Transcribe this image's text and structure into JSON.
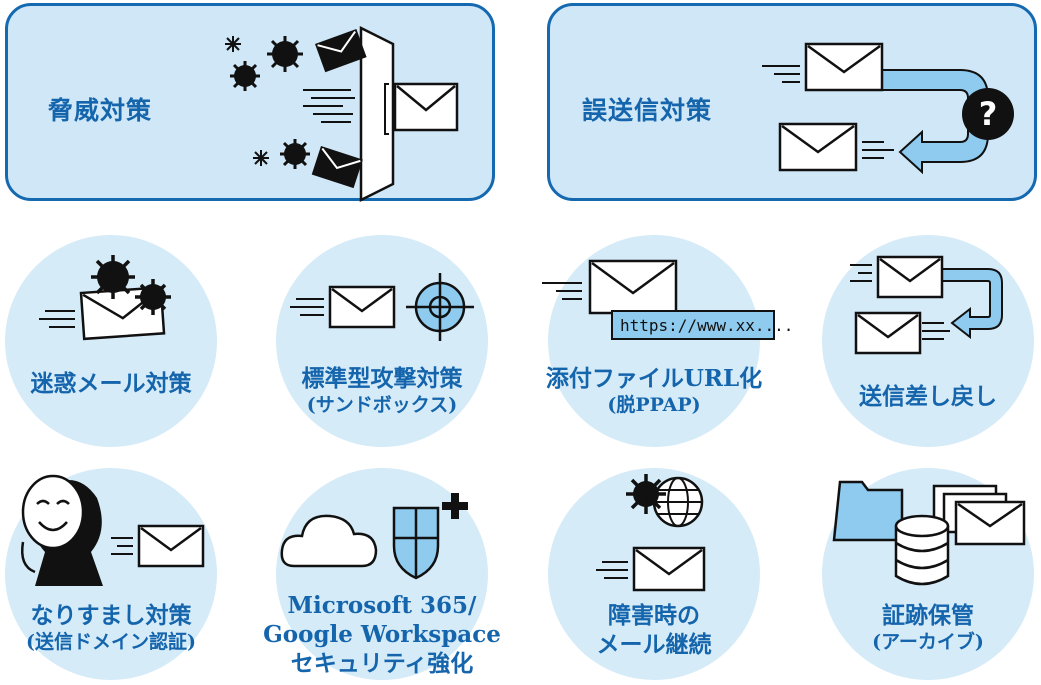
{
  "panels": {
    "threat": {
      "title": "脅威対策"
    },
    "misdelivery": {
      "title": "誤送信対策"
    }
  },
  "items": {
    "spam": {
      "line1": "迷惑メール対策"
    },
    "sandbox": {
      "line1": "標準型攻撃対策",
      "line2": "(サンドボックス)"
    },
    "attachment": {
      "line1": "添付ファイルURL化",
      "line2": "(脱PPAP)",
      "url_text": "https://www.xx...."
    },
    "recall": {
      "line1": "送信差し戻し"
    },
    "spoofing": {
      "line1": "なりすまし対策",
      "line2": "(送信ドメイン認証)"
    },
    "m365": {
      "line1": "Microsoft 365/",
      "line2": "Google Workspace",
      "line3": "セキュリティ強化"
    },
    "continuity": {
      "line1": "障害時の",
      "line2": "メール継続"
    },
    "archive": {
      "line1": "証跡保管",
      "line2": "(アーカイブ)"
    }
  },
  "icons": {
    "question_mark": "?",
    "colors": {
      "accent_blue": "#1565ad",
      "panel_fill": "#cfe7f6",
      "circle_fill": "#d5ebf8",
      "arrow_fill": "#8fcbef"
    }
  }
}
